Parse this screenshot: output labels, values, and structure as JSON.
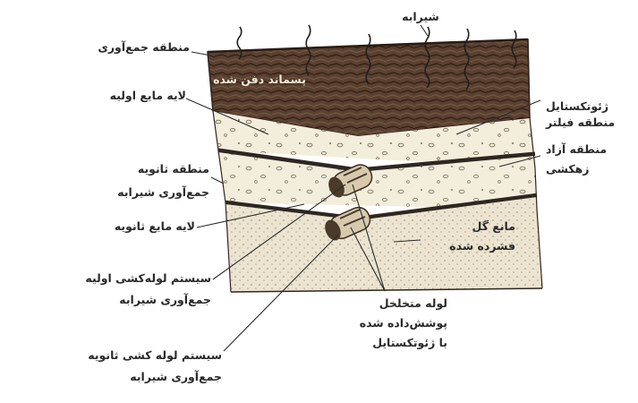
{
  "labels": {
    "leachate": "شیرابه",
    "collection_zone": "منطقه جمع‌آوری",
    "waste_fill": "پسماند دفن شده",
    "primary_liquid_layer": "لایه مایع اولیه",
    "geotextile_filter_1": "ژئوتکستایل",
    "geotextile_filter_2": "منطقه فیلتر",
    "free_drainage_1": "منطقه آزاد",
    "free_drainage_2": "زهکشی",
    "secondary_zone_1": "منطقه ثانویه",
    "secondary_zone_2": "جمع‌آوری شیرابه",
    "secondary_liquid_layer": "لایه مایع ثانویه",
    "clay_liner_1": "مانع گل",
    "clay_liner_2": "فشرده شده",
    "primary_pipe_1": "سیستم لوله‌کشی اولیه",
    "primary_pipe_2": "جمع‌آوری شیرابه",
    "perforated_pipe_1": "لوله متخلخل",
    "perforated_pipe_2": "پوشش‌داده شده",
    "perforated_pipe_3": "با ژئوتکستایل",
    "secondary_pipe_1": "سیستم لوله کشی ثانویه",
    "secondary_pipe_2": "جمع‌آوری شیرابه"
  },
  "colors": {
    "ink": "#2a2a2a",
    "waste": "#5a4030",
    "gravel": "#f3eddc",
    "sand": "#ece4d0",
    "liner": "#2e2620",
    "pipe": "#4a3a2a"
  }
}
